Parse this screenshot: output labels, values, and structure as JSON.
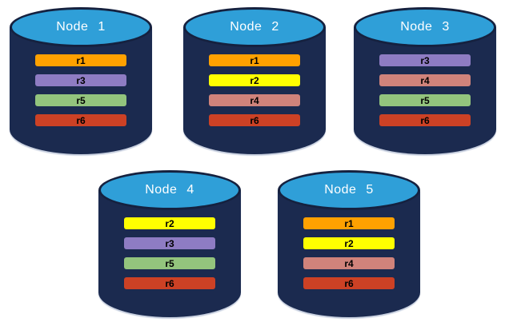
{
  "colors": {
    "cylinder_body": "#1B2A4F",
    "cylinder_outline": "#15213F",
    "ellipse_fill": "#2F9FD8",
    "node_title_text": "#FFFFFF",
    "replica_label_text": "#000000",
    "background": "#FFFFFF",
    "bottom_edge_highlight": "#C7CFDF"
  },
  "replica_palette": {
    "r1": "#FFA100",
    "r2": "#FFFF00",
    "r3": "#8E7CC3",
    "r4": "#D0837B",
    "r5": "#93C47D",
    "r6": "#CC4125"
  },
  "nodes": [
    {
      "title": "Node 1",
      "replicas": [
        {
          "label": "r1",
          "color": "#FFA100"
        },
        {
          "label": "r3",
          "color": "#8E7CC3"
        },
        {
          "label": "r5",
          "color": "#93C47D"
        },
        {
          "label": "r6",
          "color": "#CC4125"
        }
      ]
    },
    {
      "title": "Node 2",
      "replicas": [
        {
          "label": "r1",
          "color": "#FFA100"
        },
        {
          "label": "r2",
          "color": "#FFFF00"
        },
        {
          "label": "r4",
          "color": "#D0837B"
        },
        {
          "label": "r6",
          "color": "#CC4125"
        }
      ]
    },
    {
      "title": "Node 3",
      "replicas": [
        {
          "label": "r3",
          "color": "#8E7CC3"
        },
        {
          "label": "r4",
          "color": "#D0837B"
        },
        {
          "label": "r5",
          "color": "#93C47D"
        },
        {
          "label": "r6",
          "color": "#CC4125"
        }
      ]
    },
    {
      "title": "Node 4",
      "replicas": [
        {
          "label": "r2",
          "color": "#FFFF00"
        },
        {
          "label": "r3",
          "color": "#8E7CC3"
        },
        {
          "label": "r5",
          "color": "#93C47D"
        },
        {
          "label": "r6",
          "color": "#CC4125"
        }
      ]
    },
    {
      "title": "Node 5",
      "replicas": [
        {
          "label": "r1",
          "color": "#FFA100"
        },
        {
          "label": "r2",
          "color": "#FFFF00"
        },
        {
          "label": "r4",
          "color": "#D0837B"
        },
        {
          "label": "r6",
          "color": "#CC4125"
        }
      ]
    }
  ]
}
